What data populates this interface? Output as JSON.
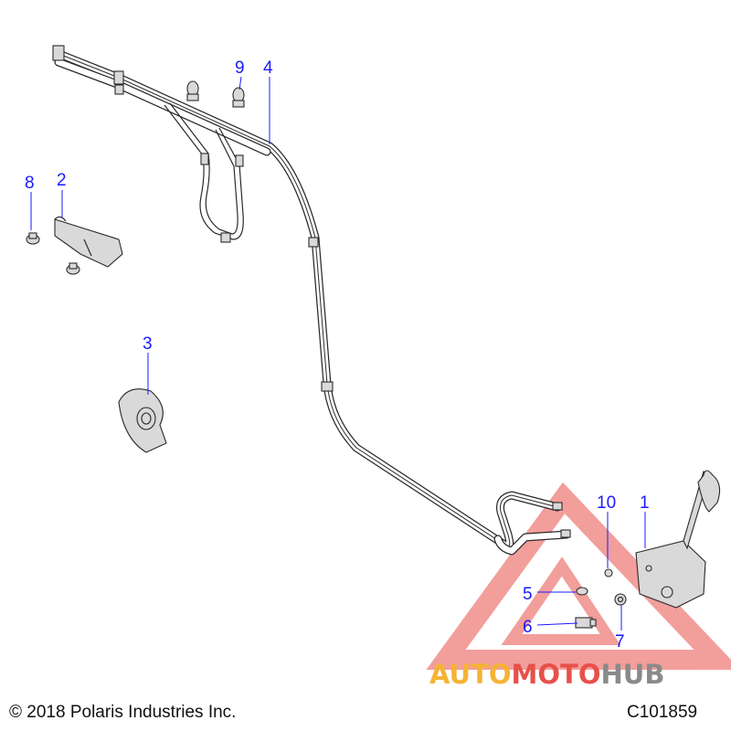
{
  "callouts": [
    {
      "label": "1"
    },
    {
      "label": "2"
    },
    {
      "label": "3"
    },
    {
      "label": "4"
    },
    {
      "label": "5"
    },
    {
      "label": "6"
    },
    {
      "label": "7"
    },
    {
      "label": "8"
    },
    {
      "label": "9"
    },
    {
      "label": "10"
    }
  ],
  "footer": {
    "copyright": "© 2018 Polaris Industries Inc.",
    "code": "C101859"
  },
  "watermark": {
    "part1": "AUTO",
    "part2": "MOTO",
    "part3": "HUB",
    "color_orange": "#f5b335",
    "color_red": "#e8504a",
    "color_gray": "#8a8a8a"
  },
  "colors": {
    "callout": "#1a1aff",
    "line": "#2a2a2a"
  }
}
